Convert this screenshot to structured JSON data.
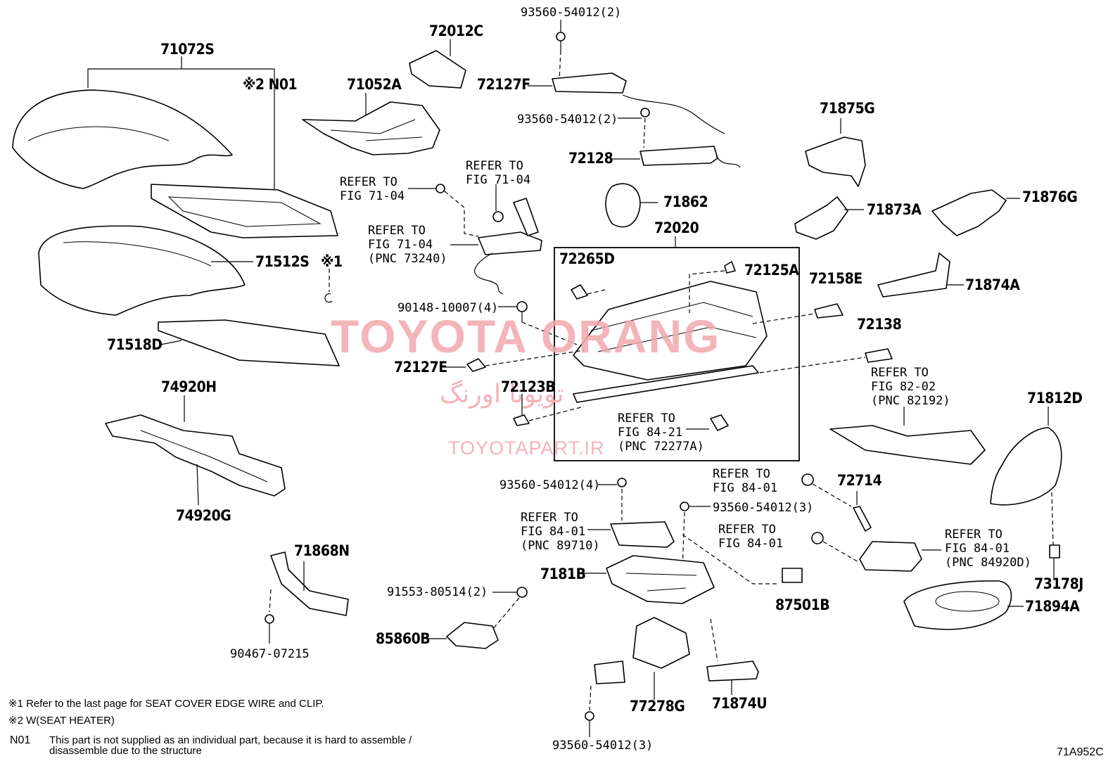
{
  "parts": {
    "p71072S": "71072S",
    "n01_mark": "※2 N01",
    "p71052A": "71052A",
    "p72012C": "72012C",
    "b93560_top": "93560-54012(2)",
    "p72127F": "72127F",
    "b93560_mid": "93560-54012(2)",
    "p72128": "72128",
    "p71875G": "71875G",
    "p71862": "71862",
    "p72020": "72020",
    "p71873A": "71873A",
    "p71876G": "71876G",
    "p71512S": "71512S",
    "mark1": "※1",
    "p71518D": "71518D",
    "p72265D": "72265D",
    "p72125A": "72125A",
    "p72158E": "72158E",
    "p71874A": "71874A",
    "b90148": "90148-10007(4)",
    "p72138": "72138",
    "p72127E": "72127E",
    "p74920H": "74920H",
    "p72123B": "72123B",
    "p71812D": "71812D",
    "b93560_4": "93560-54012(4)",
    "p72714": "72714",
    "b93560_3a": "93560-54012(3)",
    "p74920G": "74920G",
    "p71868N": "71868N",
    "p7181B": "7181B",
    "p87501B": "87501B",
    "p73178J": "73178J",
    "p71894A": "71894A",
    "b91553": "91553-80514(2)",
    "p85860B": "85860B",
    "b90467": "90467-07215",
    "p77278G": "77278G",
    "p71874U": "71874U",
    "b93560_3b": "93560-54012(3)"
  },
  "refs": {
    "r1": "REFER TO\nFIG 71-04",
    "r2": "REFER TO\nFIG 71-04",
    "r3": "REFER TO\nFIG 71-04\n(PNC 73240)",
    "r4": "REFER TO\nFIG 82-02\n(PNC 82192)",
    "r5": "REFER TO\nFIG 84-21\n(PNC 72277A)",
    "r6": "REFER TO\nFIG 84-01",
    "r7": "REFER TO\nFIG 84-01\n(PNC 89710)",
    "r8": "REFER TO\nFIG 84-01",
    "r9": "REFER TO\nFIG 84-01\n(PNC 84920D)"
  },
  "notes": {
    "n1": "※1 Refer to the last page for SEAT COVER EDGE WIRE and CLIP.",
    "n2": "※2 W(SEAT HEATER)",
    "n3_key": "N01",
    "n3_text": "This part is not supplied as an individual part, because it is hard to assemble /\ndisassemble due to the structure"
  },
  "figure_id": "71A952C",
  "watermark": {
    "brand": "TOYOTA ORANG",
    "persian": "تویوتا اورنگ",
    "site": "TOYOTAPART.IR"
  }
}
